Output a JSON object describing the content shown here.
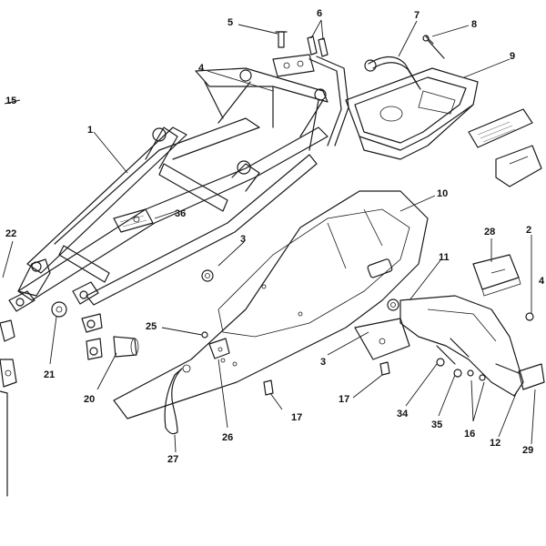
{
  "diagram": {
    "callouts": [
      {
        "id": "c1",
        "text": "1"
      },
      {
        "id": "c2",
        "text": "2"
      },
      {
        "id": "c3a",
        "text": "3"
      },
      {
        "id": "c3b",
        "text": "3"
      },
      {
        "id": "c4",
        "text": "4"
      },
      {
        "id": "c4b",
        "text": "4"
      },
      {
        "id": "c5",
        "text": "5"
      },
      {
        "id": "c6",
        "text": "6"
      },
      {
        "id": "c7",
        "text": "7"
      },
      {
        "id": "c8",
        "text": "8"
      },
      {
        "id": "c9",
        "text": "9"
      },
      {
        "id": "c10",
        "text": "10"
      },
      {
        "id": "c11",
        "text": "11"
      },
      {
        "id": "c12",
        "text": "12"
      },
      {
        "id": "c15",
        "text": "15"
      },
      {
        "id": "c16",
        "text": "16"
      },
      {
        "id": "c17a",
        "text": "17"
      },
      {
        "id": "c17b",
        "text": "17"
      },
      {
        "id": "c20",
        "text": "20"
      },
      {
        "id": "c21",
        "text": "21"
      },
      {
        "id": "c22",
        "text": "22"
      },
      {
        "id": "c25",
        "text": "25"
      },
      {
        "id": "c26",
        "text": "26"
      },
      {
        "id": "c27",
        "text": "27"
      },
      {
        "id": "c28",
        "text": "28"
      },
      {
        "id": "c29",
        "text": "29"
      },
      {
        "id": "c34",
        "text": "34"
      },
      {
        "id": "c35",
        "text": "35"
      },
      {
        "id": "c36",
        "text": "36"
      }
    ]
  }
}
